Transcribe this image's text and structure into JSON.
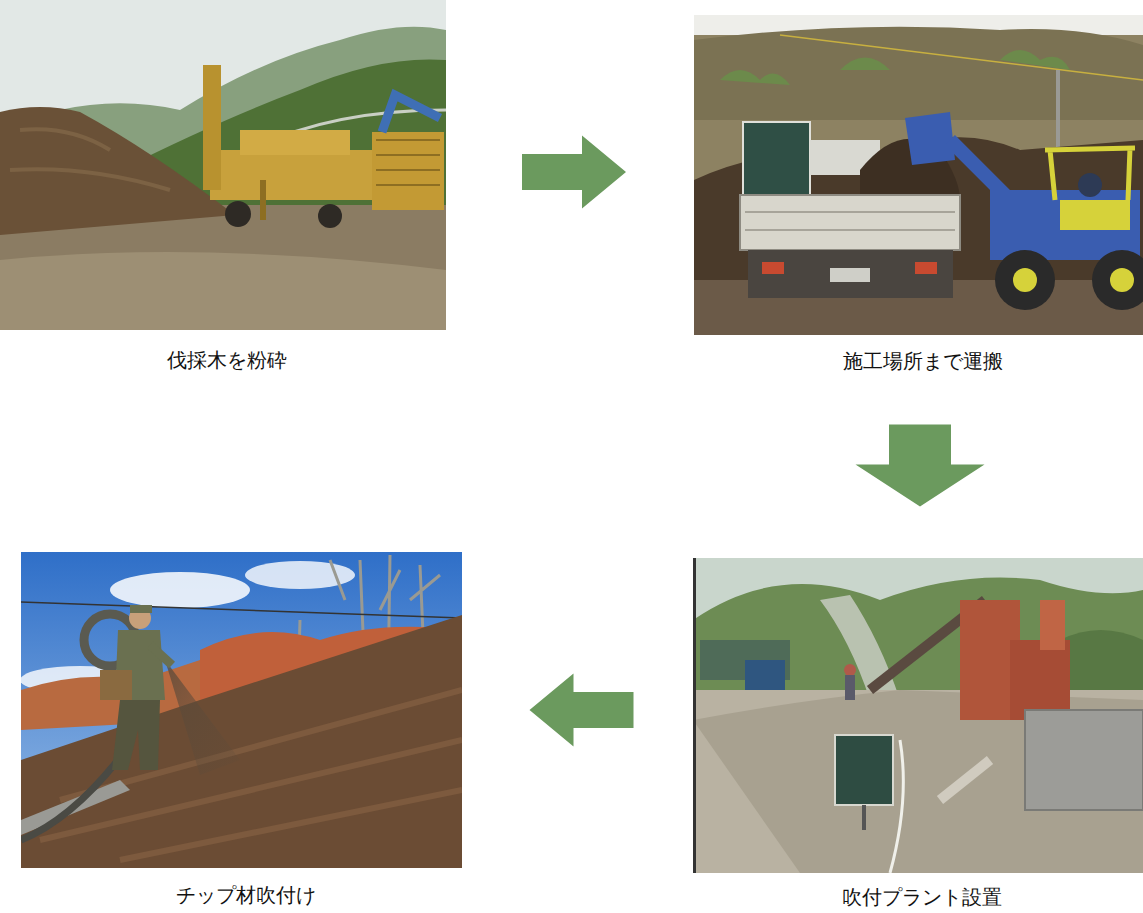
{
  "diagram": {
    "nodes": [
      {
        "text": [
          "伐採木を粉砕"
        ]
      },
      {
        "text": [
          "施工場所まで運搬"
        ]
      },
      {
        "text": [
          "吹付プラント設置"
        ]
      },
      {
        "text": [
          "チップ材吹付け"
        ]
      }
    ],
    "edges": [
      {
        "from": 0,
        "to": 1,
        "arrow": "to"
      },
      {
        "from": 1,
        "to": 2,
        "arrow": "to"
      },
      {
        "from": 2,
        "to": 3,
        "arrow": "to"
      }
    ]
  }
}
